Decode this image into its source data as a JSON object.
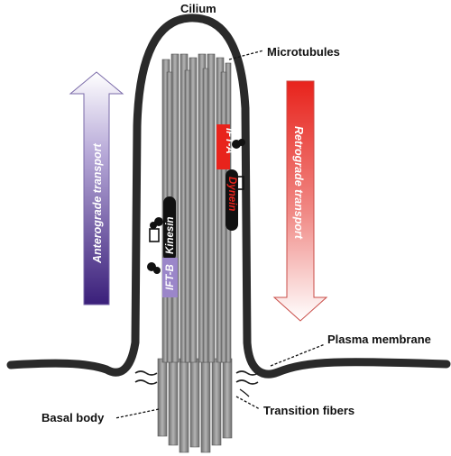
{
  "labels": {
    "cilium": "Cilium",
    "microtubules": "Microtubules",
    "plasma_membrane": "Plasma membrane",
    "basal_body": "Basal body",
    "transition_fibers": "Transition fibers"
  },
  "arrows": {
    "anterograde": "Anterograde transport",
    "retrograde": "Retrograde transport"
  },
  "proteins": {
    "kinesin": "Kinesin",
    "ift_b": "IFT-B",
    "dynein": "Dynein",
    "ift_a": "IFT-A"
  },
  "colors": {
    "anterograde_top": "#ffffff",
    "anterograde_bottom": "#3a1f7a",
    "retrograde_top": "#e8231c",
    "retrograde_bottom": "#ffffff",
    "ift_b": "#9b86c9",
    "ift_a": "#e8231c",
    "motor": "#111111",
    "microtubule": "#8a8a8a",
    "membrane": "#2a2a2a"
  }
}
